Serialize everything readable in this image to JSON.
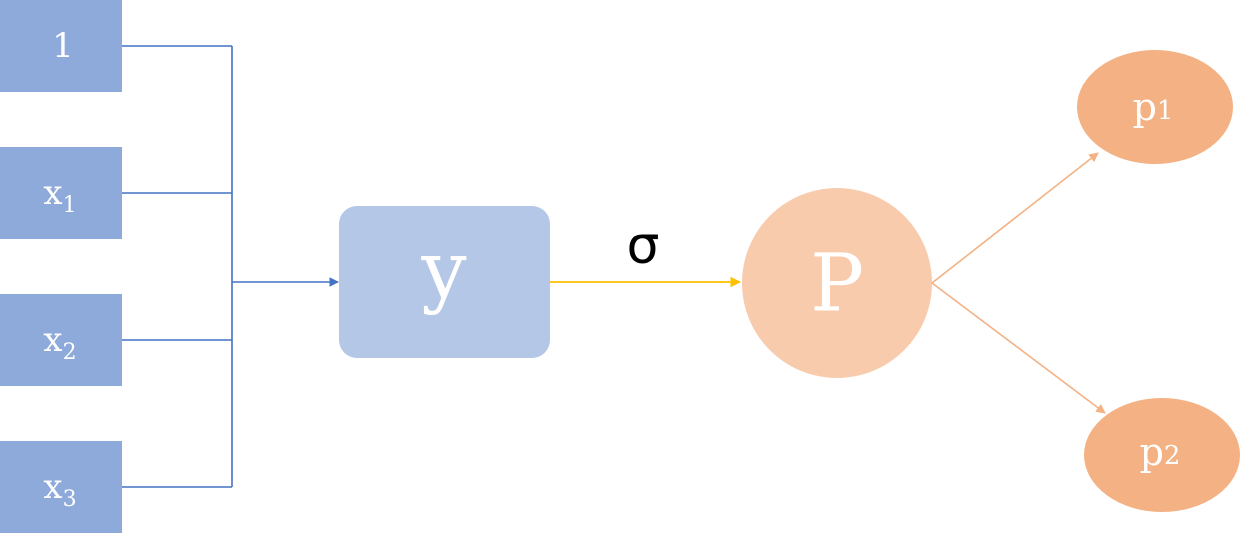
{
  "inputs": [
    {
      "base": "1",
      "sub": ""
    },
    {
      "base": "x",
      "sub": "1"
    },
    {
      "base": "x",
      "sub": "2"
    },
    {
      "base": "x",
      "sub": "3"
    }
  ],
  "y_node": {
    "label": "y"
  },
  "activation": {
    "label": "σ"
  },
  "p_node": {
    "label": "P"
  },
  "outputs": [
    {
      "base": "p",
      "sub": "1"
    },
    {
      "base": "p",
      "sub": "2"
    }
  ],
  "colors": {
    "input_fill": "#8eaadb",
    "input_line": "#4472c4",
    "y_fill": "#b4c7e7",
    "activation_line": "#ffc000",
    "p_fill": "#f8cbad",
    "output_fill": "#f4b183",
    "output_line": "#f4b183",
    "text": "#ffffff"
  }
}
